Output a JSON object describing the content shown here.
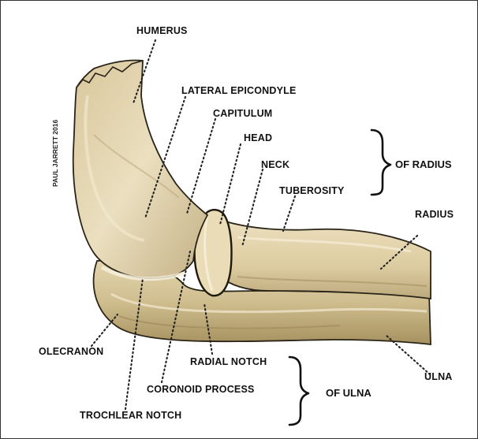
{
  "labels": {
    "humerus": "HUMERUS",
    "lateral_epicondyle": "LATERAL EPICONDYLE",
    "capitulum": "CAPITULUM",
    "head": "HEAD",
    "neck": "NECK",
    "tuberosity": "TUBEROSITY",
    "radius": "RADIUS",
    "olecranon": "OLECRANON",
    "radial_notch": "RADIAL NOTCH",
    "coronoid_process": "CORONOID PROCESS",
    "trochlear_notch": "TROCHLEAR NOTCH",
    "ulna": "ULNA"
  },
  "groups": {
    "of_radius": "OF RADIUS",
    "of_ulna": "OF ULNA"
  },
  "signature": "PAUL JARRETT 2016",
  "colors": {
    "bone_light": "#e8dcbc",
    "bone_mid": "#d8c79f",
    "bone_shadow": "#a8966c",
    "outline": "#2a2418",
    "label": "#111111"
  }
}
